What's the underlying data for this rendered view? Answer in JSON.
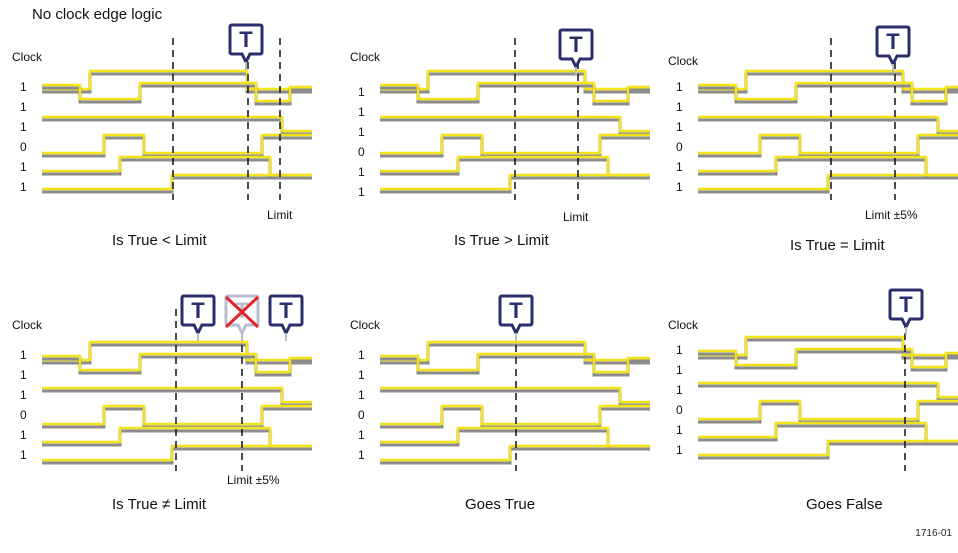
{
  "title": "No clock edge logic",
  "figure_id": "1716-01",
  "trigger_letter": "T",
  "colors": {
    "signal": "#f2e31a",
    "shadow": "#8c8c8c",
    "marker": "#2a2f6b",
    "reject": "#e0262a"
  },
  "clock_label": "Clock",
  "panels": [
    {
      "condition": "Is True < Limit",
      "limit_label": "Limit",
      "bits": [
        "1",
        "1",
        "1",
        "0",
        "1",
        "1"
      ]
    },
    {
      "condition": "Is True > Limit",
      "limit_label": "Limit",
      "bits": [
        "1",
        "1",
        "1",
        "0",
        "1",
        "1"
      ]
    },
    {
      "condition": "Is True = Limit",
      "limit_label": "Limit ±5%",
      "bits": [
        "1",
        "1",
        "1",
        "0",
        "1",
        "1"
      ]
    },
    {
      "condition": "Is True ≠ Limit",
      "limit_label": "Limit ±5%",
      "bits": [
        "1",
        "1",
        "1",
        "0",
        "1",
        "1"
      ]
    },
    {
      "condition": "Goes True",
      "limit_label": "",
      "bits": [
        "1",
        "1",
        "1",
        "0",
        "1",
        "1"
      ]
    },
    {
      "condition": "Goes False",
      "limit_label": "",
      "bits": [
        "1",
        "1",
        "1",
        "0",
        "1",
        "1"
      ]
    }
  ]
}
